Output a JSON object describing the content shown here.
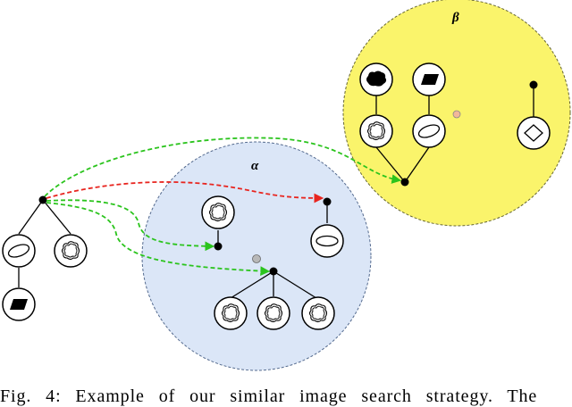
{
  "diagram": {
    "clusters": {
      "alpha": {
        "label": "α",
        "fill": "#dbe6f7",
        "stroke": "#556b8f"
      },
      "beta": {
        "label": "β",
        "fill": "#faf46b",
        "stroke": "#666633"
      }
    },
    "colors": {
      "arrow_red": "#e8251f",
      "arrow_green": "#2bc41d",
      "centroid_alpha": "#b8b8b8",
      "centroid_beta": "#f2b89a"
    },
    "icons": [
      "ellipse-icon",
      "cloud-icon",
      "parallelogram-icon",
      "diamond-icon",
      "blob-icon"
    ]
  },
  "caption": "Fig. 4: Example of our similar image search strategy. The"
}
